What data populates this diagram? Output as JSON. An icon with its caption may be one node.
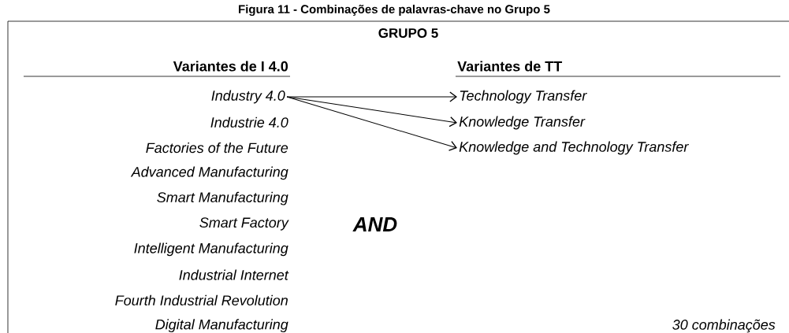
{
  "diagram": {
    "title": "Figura 11 - Combinações de palavras-chave no Grupo 5",
    "nodes": [
      {
        "text": [
          "Industry 4.0"
        ]
      },
      {
        "text": [
          "Technology Transfer"
        ]
      },
      {
        "text": [
          "Knowledge Transfer"
        ]
      },
      {
        "text": [
          "Knowledge and Technology Transfer"
        ]
      }
    ],
    "edges": [
      {
        "from": 0,
        "to": 1,
        "arrow": "to"
      },
      {
        "from": 0,
        "to": 2,
        "arrow": "to"
      },
      {
        "from": 0,
        "to": 3,
        "arrow": "to"
      }
    ],
    "labels": [
      "GRUPO 5",
      "Variantes de I 4.0",
      "Variantes de TT",
      "Industrie 4.0",
      "Factories of the Future",
      "Advanced Manufacturing",
      "Smart Manufacturing",
      "Smart Factory",
      "AND",
      "Intelligent Manufacturing",
      "Industrial Internet",
      "Fourth Industrial Revolution",
      "Digital Manufacturing",
      "30 combinações"
    ]
  }
}
